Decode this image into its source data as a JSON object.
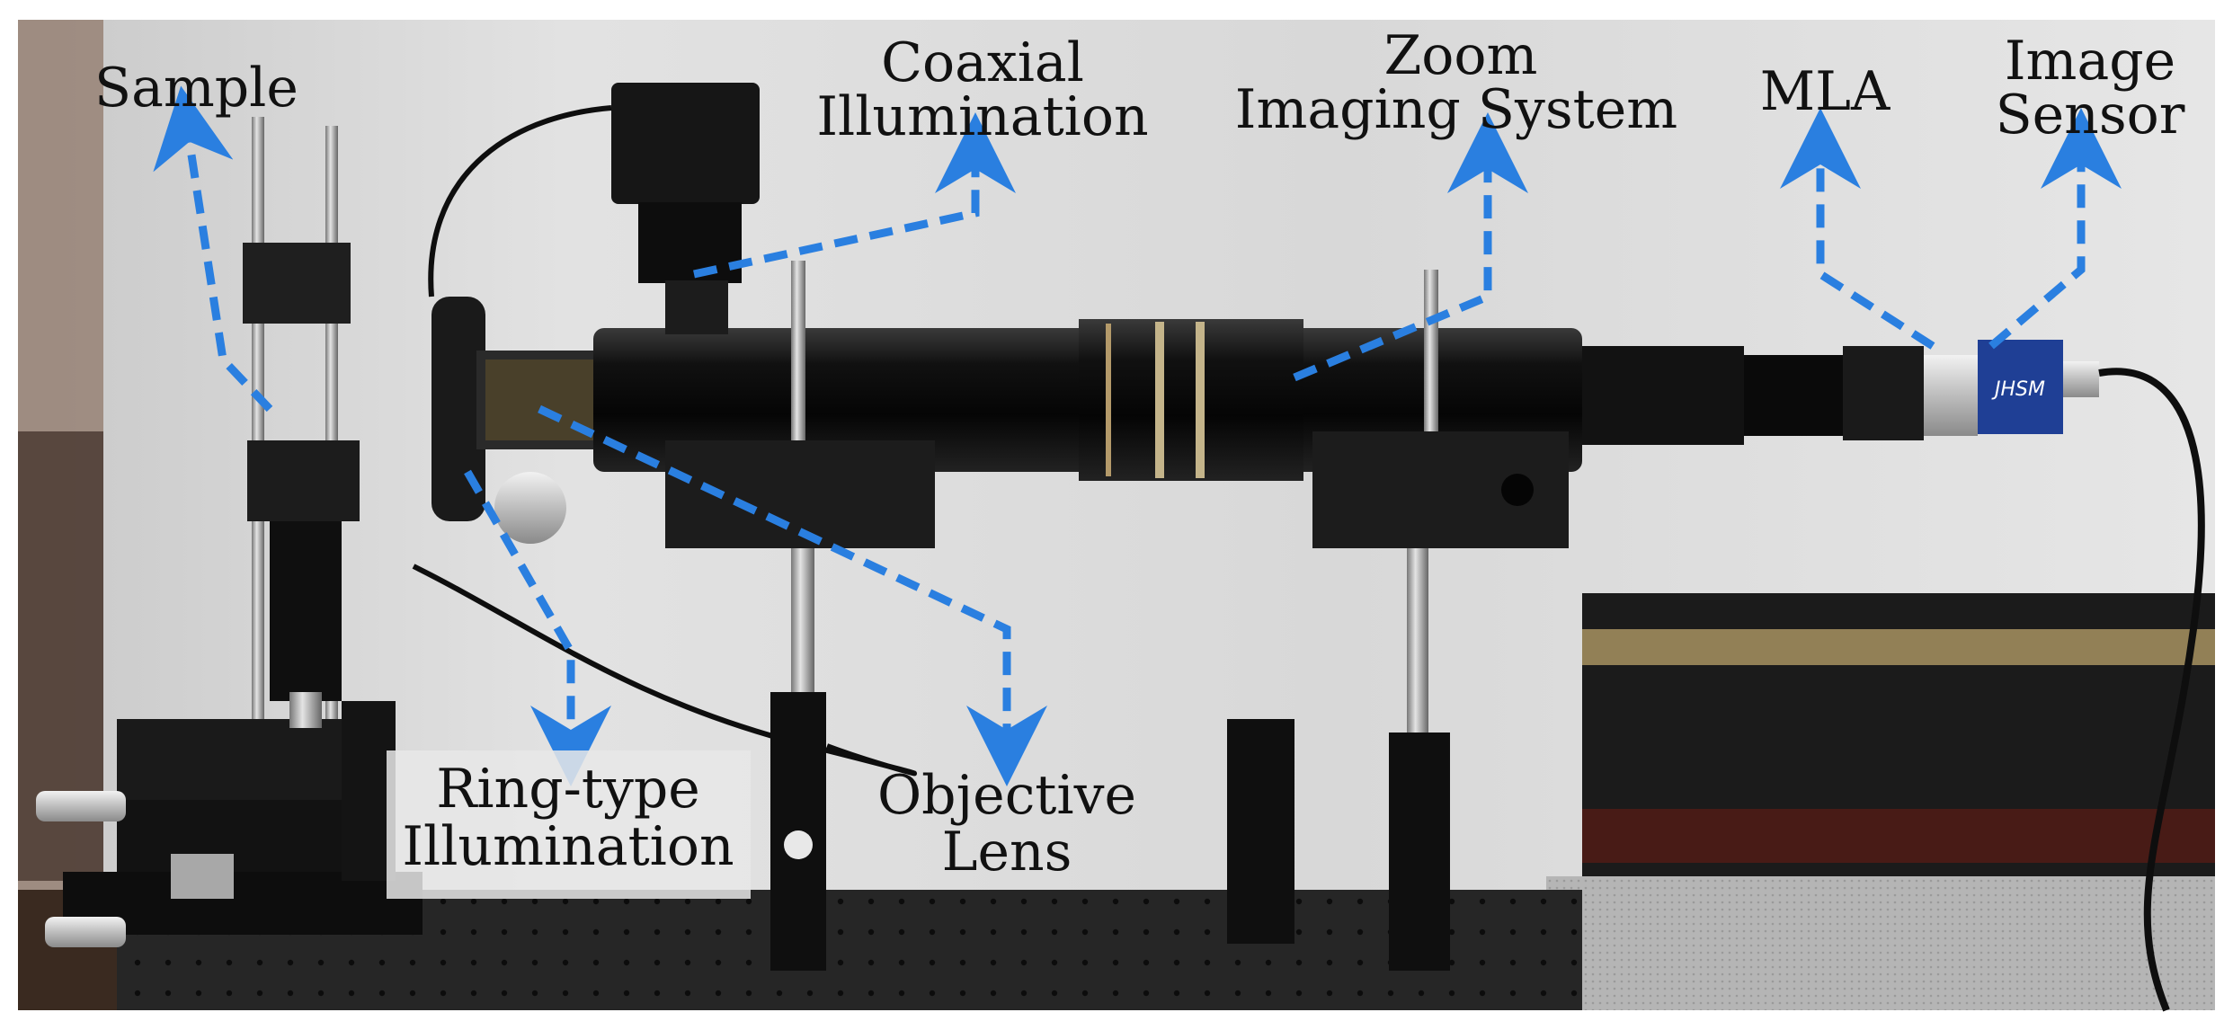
{
  "labels": {
    "sample": "Sample",
    "coaxial_line1": "Coaxial",
    "coaxial_line2": "Illumination",
    "zoom_line1": "Zoom",
    "zoom_line2": "Imaging System",
    "mla": "MLA",
    "sensor_line1": "Image",
    "sensor_line2": "Sensor",
    "ring_line1": "Ring-type",
    "ring_line2": "Illumination",
    "objective_line1": "Objective",
    "objective_line2": "Lens",
    "camera_brand": "JHSM"
  },
  "colors": {
    "arrow": "#2a7fe0",
    "label_text": "#111111",
    "wall": "#dcdcdc",
    "table": "#262626",
    "metal_dark": "#151515",
    "metal_silver": "#c8c8c8",
    "camera_blue": "#1f3f95"
  }
}
